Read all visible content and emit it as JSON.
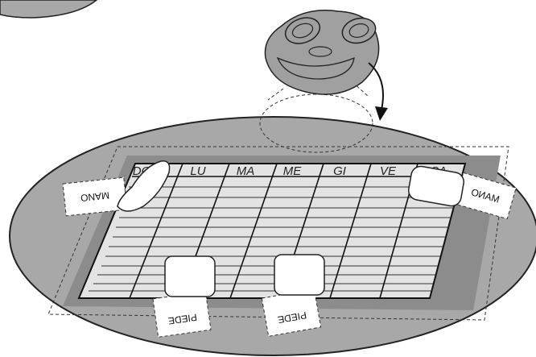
{
  "days": [
    "DO",
    "LU",
    "MA",
    "ME",
    "GI",
    "VE",
    "SA"
  ],
  "labels": {
    "hand_left": "MANO",
    "hand_right": "MANO",
    "foot_left": "PIEDE",
    "foot_right": "PIEDE"
  },
  "colors": {
    "disc": "#a8a8a8",
    "mat": "#8c8c8c",
    "grid": "#e3e3e3",
    "face": "#a0a0a0",
    "pad": "#ffffff"
  }
}
